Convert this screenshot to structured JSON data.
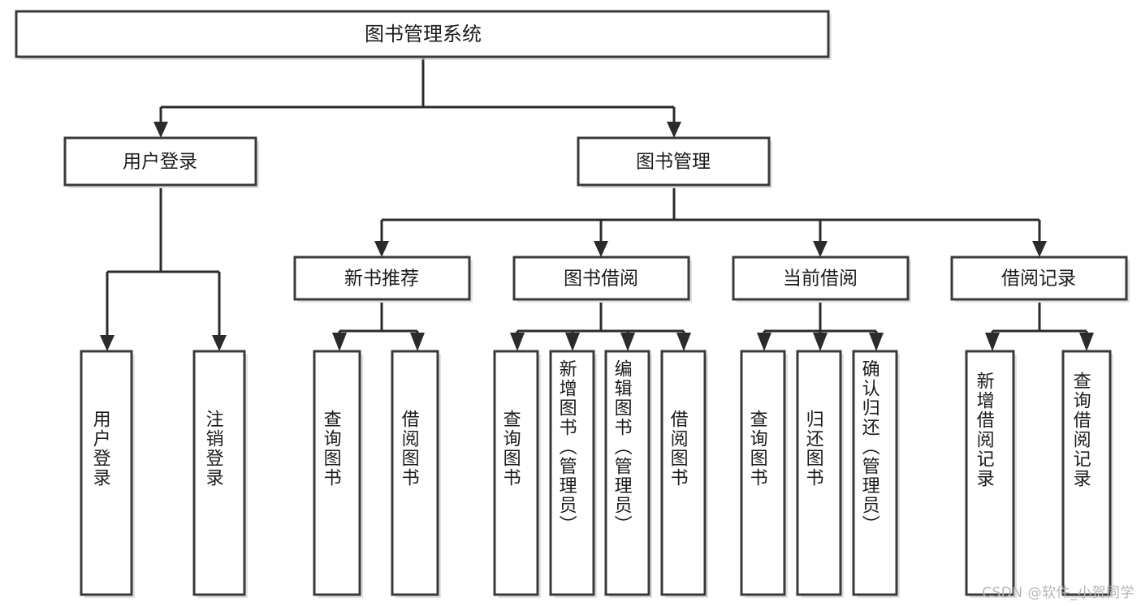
{
  "diagram": {
    "kind": "functional-structure-tree",
    "root": {
      "id": "root",
      "label": "图书管理系统"
    },
    "level2": [
      {
        "id": "user-login",
        "label": "用户登录"
      },
      {
        "id": "book-management",
        "label": "图书管理"
      }
    ],
    "level3": [
      {
        "id": "new-book-recommend",
        "label": "新书推荐",
        "parent": "book-management"
      },
      {
        "id": "book-borrow",
        "label": "图书借阅",
        "parent": "book-management"
      },
      {
        "id": "current-borrow",
        "label": "当前借阅",
        "parent": "book-management"
      },
      {
        "id": "borrow-record",
        "label": "借阅记录",
        "parent": "book-management"
      }
    ],
    "leaves": [
      {
        "id": "leaf-user-login",
        "label": "用户登录",
        "parent": "user-login"
      },
      {
        "id": "leaf-logout-login",
        "label": "注销登录",
        "parent": "user-login"
      },
      {
        "id": "leaf-query-book-1",
        "label": "查询图书",
        "parent": "new-book-recommend"
      },
      {
        "id": "leaf-borrow-book-1",
        "label": "借阅图书",
        "parent": "new-book-recommend"
      },
      {
        "id": "leaf-query-book-2",
        "label": "查询图书",
        "parent": "book-borrow"
      },
      {
        "id": "leaf-add-book",
        "label": "新增图书（管理员）",
        "parent": "book-borrow"
      },
      {
        "id": "leaf-edit-book",
        "label": "编辑图书（管理员）",
        "parent": "book-borrow"
      },
      {
        "id": "leaf-borrow-book-2",
        "label": "借阅图书",
        "parent": "book-borrow"
      },
      {
        "id": "leaf-query-book-3",
        "label": "查询图书",
        "parent": "current-borrow"
      },
      {
        "id": "leaf-return-book",
        "label": "归还图书",
        "parent": "current-borrow"
      },
      {
        "id": "leaf-confirm-return",
        "label": "确认归还（管理员）",
        "parent": "current-borrow"
      },
      {
        "id": "leaf-add-record",
        "label": "新增借阅记录",
        "parent": "borrow-record"
      },
      {
        "id": "leaf-query-record",
        "label": "查询借阅记录",
        "parent": "borrow-record"
      }
    ],
    "watermark": "CSDN @软件_小贺同学",
    "colors": {
      "background": "#ffffff",
      "box_stroke": "#3a3a3a",
      "connector": "#2b2b2b",
      "text": "#1b1b1b",
      "watermark": "#b5b5b5"
    }
  }
}
